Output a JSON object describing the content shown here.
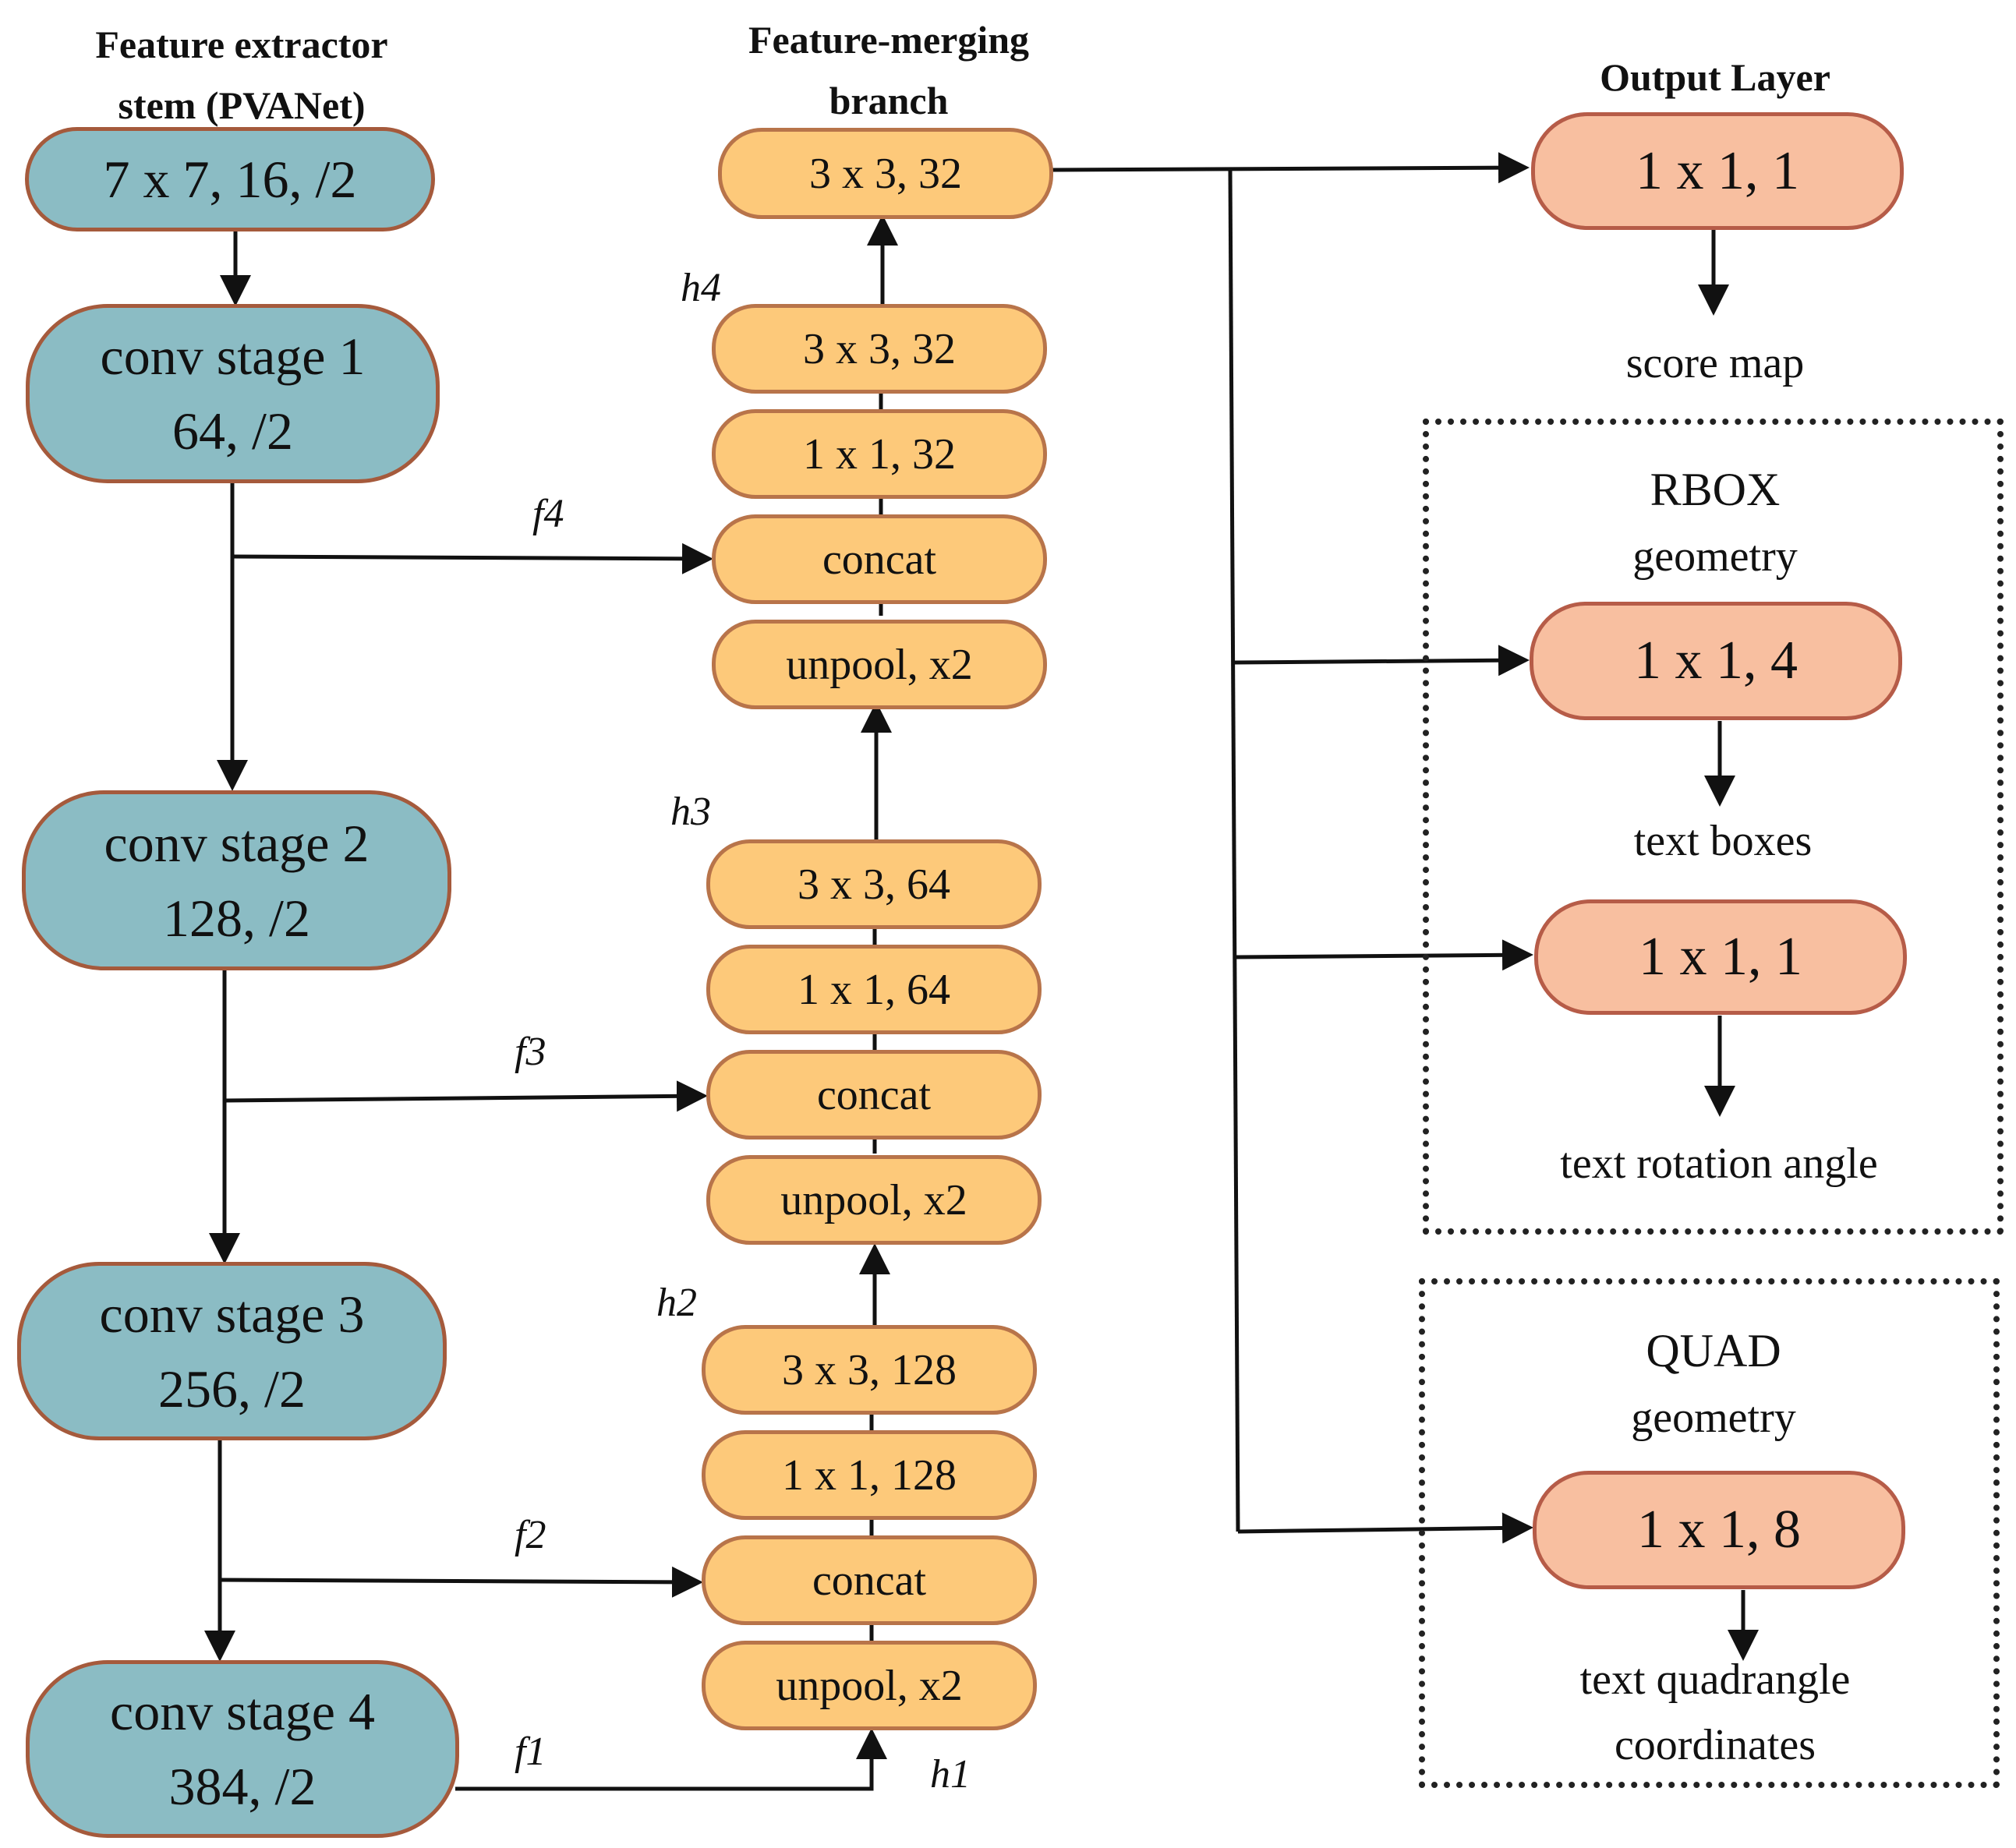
{
  "headings": {
    "stem": [
      "Feature extractor",
      "stem (PVANet)"
    ],
    "merge": [
      "Feature-merging",
      "branch"
    ],
    "output": "Output Layer"
  },
  "stem_nodes": [
    {
      "text": "7 x 7, 16, /2"
    },
    {
      "line1": "conv stage 1",
      "line2": "64, /2"
    },
    {
      "line1": "conv stage 2",
      "line2": "128, /2"
    },
    {
      "line1": "conv stage 3",
      "line2": "256, /2"
    },
    {
      "line1": "conv stage 4",
      "line2": "384, /2"
    }
  ],
  "merge_nodes": [
    "3 x 3, 32",
    "3 x 3, 32",
    "1 x 1, 32",
    "concat",
    "unpool, x2",
    "3 x 3, 64",
    "1 x 1, 64",
    "concat",
    "unpool, x2",
    "3 x 3, 128",
    "1 x 1, 128",
    "concat",
    "unpool, x2"
  ],
  "feature_labels": [
    "f4",
    "f3",
    "f2",
    "f1"
  ],
  "merge_labels": [
    "h4",
    "h3",
    "h2",
    "h1"
  ],
  "output_nodes": [
    "1 x 1, 1",
    "1 x 1, 4",
    "1 x 1, 1",
    "1 x 1, 8"
  ],
  "output_labels": [
    "score map",
    "text boxes",
    "text rotation angle",
    "text quadrangle",
    "coordinates"
  ],
  "groups": {
    "rbox": [
      "RBOX",
      "geometry"
    ],
    "quad": [
      "QUAD",
      "geometry"
    ]
  },
  "colors": {
    "stem_fill": "#8bbcc4",
    "merge_fill": "#fdc97a",
    "output_fill": "#f8bfa0",
    "border": "#a55a3c",
    "line": "#111111"
  }
}
